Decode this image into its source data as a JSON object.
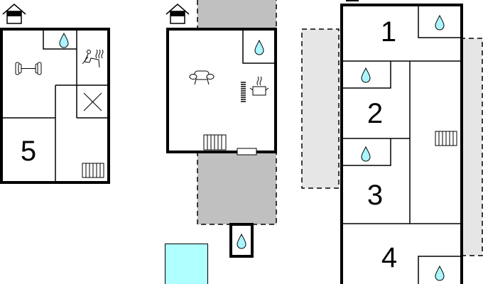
{
  "rooms": {
    "r1": "1",
    "r2": "2",
    "r3": "3",
    "r4": "4",
    "r5": "5"
  },
  "colors": {
    "wall": "#000000",
    "water": "#aaf5ff",
    "terrace": "#c0c0c0",
    "terrace_light": "#e6e6e6",
    "pool": "#b0ffff"
  }
}
